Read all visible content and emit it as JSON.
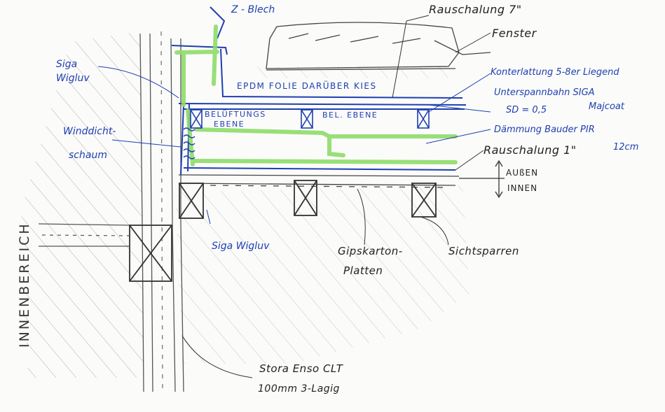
{
  "labels": {
    "z_blech": "Z - Blech",
    "rauschalung_top": "Rauschalung 7\"",
    "fenster": "Fenster",
    "siga_wigluv_top": "Siga Wigluv",
    "epdm": "EPDM FOLIE DARÜBER KIES",
    "konterlattung": "Konterlattung 5-8er Liegend",
    "unterspannbahn": "Unterspannbahn SIGA",
    "sd": "SD = 0,5",
    "majcoat": "Majcoat",
    "belueftungs_1": "BELÜFTUNGS",
    "belueftungs_2": "EBENE",
    "bel_ebene": "BEL. EBENE",
    "winddicht_1": "Winddicht-",
    "winddicht_2": "schaum",
    "daemmung": "Dämmung Bauder PIR",
    "daemmung_thickness": "12cm",
    "rauschalung_bottom": "Rauschalung 1\"",
    "aussen": "AUßEN",
    "innen": "INNEN",
    "siga_wigluv_bottom": "Siga Wigluv",
    "gipskarton_1": "Gipskarton-",
    "gipskarton_2": "Platten",
    "sichtsparren": "Sichtsparren",
    "innenbereich": "INNENBEREICH",
    "clt_1": "Stora Enso CLT",
    "clt_2": "100mm 3-Lagig"
  },
  "colors": {
    "ink": "#2a2a2a",
    "pencil": "#8a8a8a",
    "blue_pen": "#1f3fb0",
    "green_marker": "#8fdc6a"
  }
}
